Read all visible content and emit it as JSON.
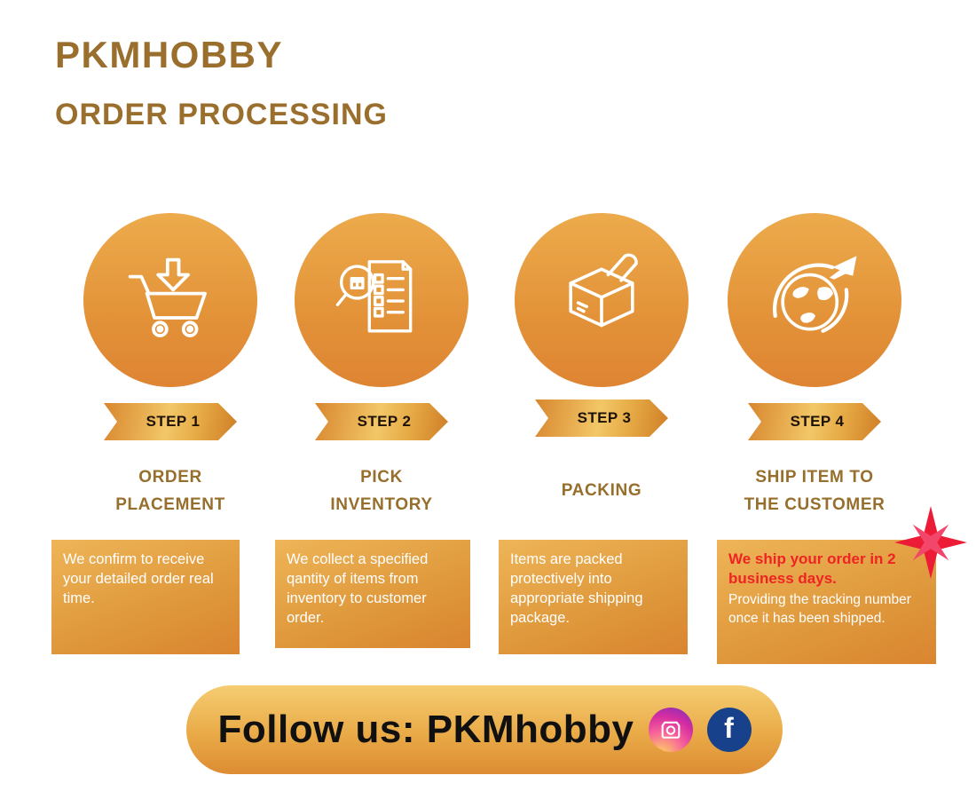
{
  "header": {
    "brand": "PKMHOBBY",
    "title": "ORDER PROCESSING"
  },
  "steps": [
    {
      "badge": "STEP 1",
      "heading": "ORDER\nPLACEMENT",
      "description": "We confirm to receive your detailed order real time.",
      "icon": "cart-download-icon"
    },
    {
      "badge": "STEP 2",
      "heading": "PICK\nINVENTORY",
      "description": "We collect a specified qantity of items from inventory to customer order.",
      "icon": "inventory-checklist-icon"
    },
    {
      "badge": "STEP 3",
      "heading": "PACKING",
      "description": "Items are packed protectively into appropriate shipping package.",
      "icon": "packing-box-icon"
    },
    {
      "badge": "STEP 4",
      "heading": "SHIP ITEM TO\nTHE CUSTOMER",
      "highlight": "We ship your order in 2 business days.",
      "description": "Providing the tracking number once it has been shipped.",
      "icon": "globe-airplane-icon"
    }
  ],
  "footer": {
    "label": "Follow us: PKMhobby",
    "social": [
      "instagram-icon",
      "facebook-icon"
    ],
    "facebook_letter": "f"
  },
  "colors": {
    "brand_brown": "#9a6f2e",
    "gold_light": "#f2c767",
    "gold_dark": "#d8842f",
    "highlight_red": "#ee2424",
    "facebook_blue": "#17418a"
  }
}
